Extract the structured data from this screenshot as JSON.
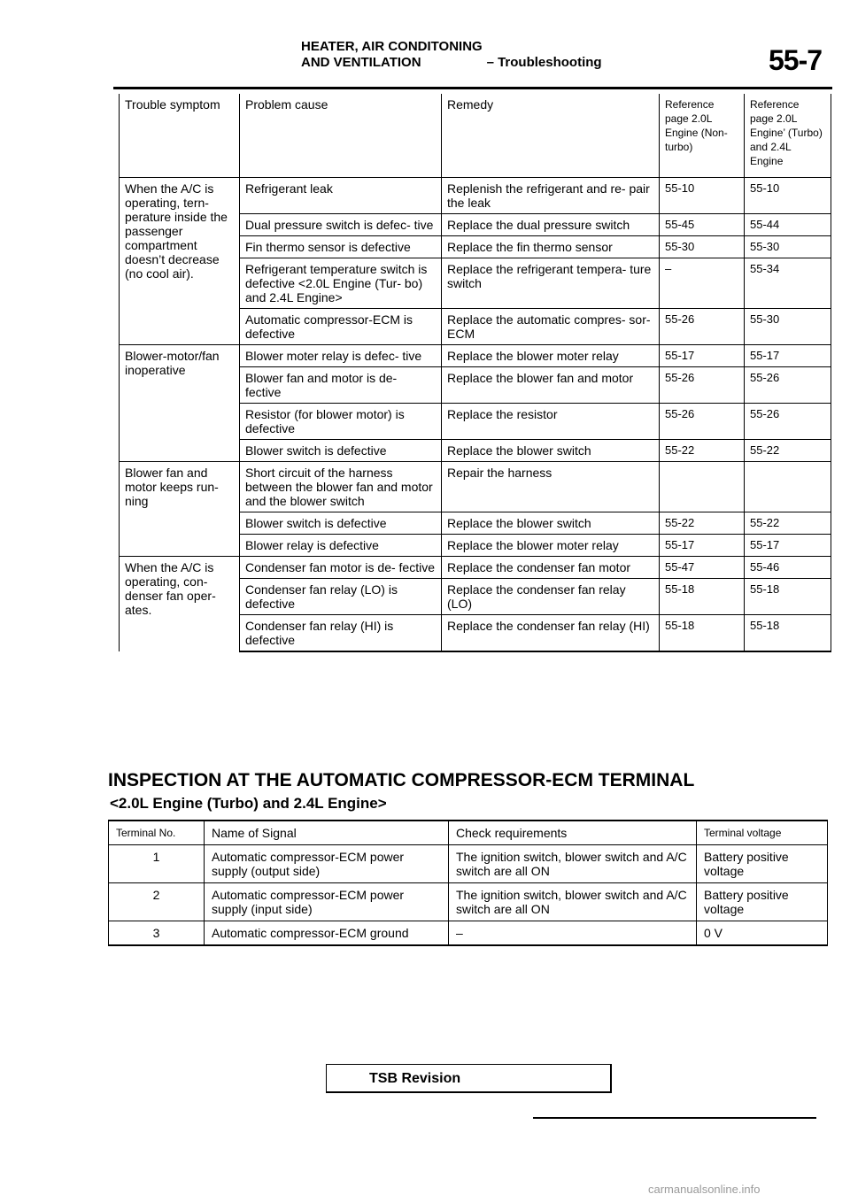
{
  "header": {
    "line1": "HEATER, AIR CONDITONING",
    "line2": "AND VENTILATION",
    "subtitle": "– Troubleshooting",
    "page": "55-7"
  },
  "troubleshooting": {
    "columns": {
      "symptom": "Trouble symptom",
      "cause": "Problem cause",
      "remedy": "Remedy",
      "ref1": "Reference page 2.0L Engine (Non-turbo)",
      "ref2": "Reference page 2.0L Engine’ (Turbo) and 2.4L Engine"
    },
    "groups": [
      {
        "symptom": "When the A/C is operating, tern- perature inside the passenger compartment doesn’t decrease (no cool air).",
        "rows": [
          {
            "cause": "Refrigerant leak",
            "remedy": "Replenish the refrigerant and re- pair the leak",
            "ref1": "55-10",
            "ref2": "55-10"
          },
          {
            "cause": "Dual pressure switch is defec- tive",
            "remedy": "Replace the dual pressure switch",
            "ref1": "55-45",
            "ref2": "55-44"
          },
          {
            "cause": "Fin thermo sensor is defective",
            "remedy": "Replace the fin thermo sensor",
            "ref1": "55-30",
            "ref2": "55-30"
          },
          {
            "cause": "Refrigerant temperature switch is defective <2.0L Engine (Tur- bo) and 2.4L Engine>",
            "remedy": "Replace the refrigerant tempera- ture switch",
            "ref1": "–",
            "ref2": "55-34"
          },
          {
            "cause": "Automatic compressor-ECM is defective",
            "remedy": "Replace the automatic compres- sor-ECM",
            "ref1": "55-26",
            "ref2": "55-30"
          }
        ]
      },
      {
        "symptom": "Blower-motor/fan inoperative",
        "rows": [
          {
            "cause": "Blower moter relay is defec- tive",
            "remedy": "Replace the blower moter relay",
            "ref1": "55-17",
            "ref2": "55-17"
          },
          {
            "cause": "Blower fan and motor is de- fective",
            "remedy": "Replace the blower fan and motor",
            "ref1": "55-26",
            "ref2": "55-26"
          },
          {
            "cause": "Resistor (for blower motor) is defective",
            "remedy": "Replace the resistor",
            "ref1": "55-26",
            "ref2": "55-26"
          },
          {
            "cause": "Blower switch is defective",
            "remedy": "Replace the blower switch",
            "ref1": "55-22",
            "ref2": "55-22"
          }
        ]
      },
      {
        "symptom": "Blower fan and motor keeps run- ning",
        "rows": [
          {
            "cause": "Short circuit of the harness between the blower fan and motor and the blower switch",
            "remedy": "Repair the harness",
            "ref1": "",
            "ref2": ""
          },
          {
            "cause": "Blower switch is defective",
            "remedy": "Replace the blower switch",
            "ref1": "55-22",
            "ref2": "55-22"
          },
          {
            "cause": "Blower relay is defective",
            "remedy": "Replace the blower moter relay",
            "ref1": "55-17",
            "ref2": "55-17"
          }
        ]
      },
      {
        "symptom": "When the A/C is operating, con- denser fan oper- ates.",
        "rows": [
          {
            "cause": "Condenser fan motor is de- fective",
            "remedy": "Replace the condenser fan motor",
            "ref1": "55-47",
            "ref2": "55-46"
          },
          {
            "cause": "Condenser fan relay (LO) is defective",
            "remedy": "Replace the condenser fan relay (LO)",
            "ref1": "55-18",
            "ref2": "55-18"
          },
          {
            "cause": "Condenser fan relay (HI) is defective",
            "remedy": "Replace the condenser fan relay (HI)",
            "ref1": "55-18",
            "ref2": "55-18"
          }
        ]
      }
    ]
  },
  "inspection": {
    "title": "INSPECTION AT THE AUTOMATIC COMPRESSOR-ECM TERMINAL",
    "subtitle": "<2.0L Engine (Turbo) and 2.4L Engine>",
    "columns": {
      "terminal": "Terminal No.",
      "signal": "Name of Signal",
      "check": "Check requirements",
      "voltage": "Terminal voltage"
    },
    "rows": [
      {
        "terminal": "1",
        "signal": "Automatic compressor-ECM power supply (output side)",
        "check": "The ignition switch, blower switch and A/C switch are all ON",
        "voltage": "Battery positive voltage"
      },
      {
        "terminal": "2",
        "signal": "Automatic compressor-ECM power supply (input side)",
        "check": "The ignition switch, blower switch and A/C switch are all ON",
        "voltage": "Battery positive voltage"
      },
      {
        "terminal": "3",
        "signal": "Automatic compressor-ECM ground",
        "check": "–",
        "voltage": "0 V"
      }
    ]
  },
  "footer": {
    "tsb": "TSB Revision",
    "watermark": "carmanualsonline.info"
  }
}
